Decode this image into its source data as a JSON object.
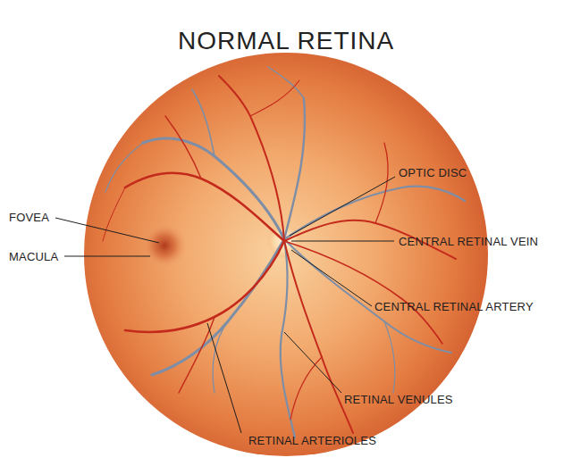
{
  "diagram": {
    "title": "NORMAL RETINA",
    "labels": [
      "FOVEA",
      "MACULA",
      "OPTIC DISC",
      "CENTRAL RETINAL VEIN",
      "CENTRAL RETINAL ARTERY",
      "RETINAL VENULES",
      "RETINAL ARTERIOLES"
    ]
  }
}
